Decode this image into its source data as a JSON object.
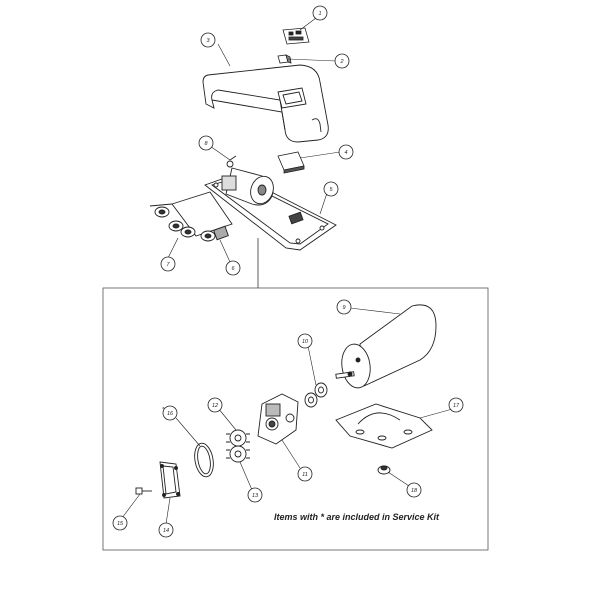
{
  "parts": [
    {
      "number": "1"
    },
    {
      "number": "2"
    },
    {
      "number": "3"
    },
    {
      "number": "4"
    },
    {
      "number": "5"
    },
    {
      "number": "6"
    },
    {
      "number": "7"
    },
    {
      "number": "8"
    },
    {
      "number": "9"
    },
    {
      "number": "10"
    },
    {
      "number": "11"
    },
    {
      "number": "12"
    },
    {
      "number": "13"
    },
    {
      "number": "14"
    },
    {
      "number": "15"
    },
    {
      "number": "16",
      "service_kit_marker": "*"
    },
    {
      "number": "17"
    },
    {
      "number": "18"
    }
  ],
  "service_kit_note": "Items with * are included in Service Kit"
}
